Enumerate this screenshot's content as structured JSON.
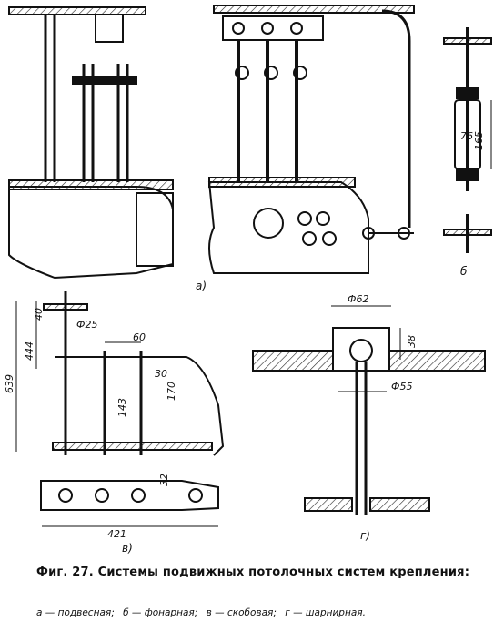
{
  "figure": {
    "title": "Фиг. 27. Системы подвижных потолочных систем крепления:",
    "legend": [
      "а — подвесная;",
      "б — фонарная;",
      "в — скобовая;",
      "г — шарнирная."
    ],
    "panel_labels": {
      "a": "а)",
      "b": "б",
      "v": "в)",
      "g": "г)"
    },
    "dimensions": {
      "lantern_76": "76",
      "lantern_165": "165",
      "bracket_40": "40",
      "bracket_444": "444",
      "bracket_639": "639",
      "bracket_d25": "Ф25",
      "bracket_60": "60",
      "bracket_30": "30",
      "bracket_143": "143",
      "bracket_170": "170",
      "bracket_32": "32",
      "bracket_421": "421",
      "hinge_d62": "Ф62",
      "hinge_38": "38",
      "hinge_d55": "Ф55"
    }
  }
}
